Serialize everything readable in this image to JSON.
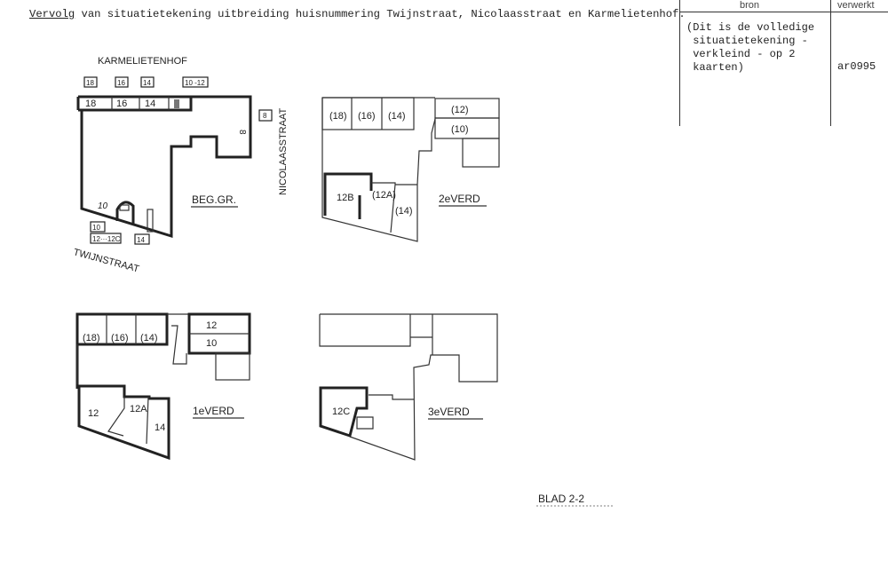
{
  "header": {
    "title_underlined": "Vervolg",
    "title_rest": " van situatietekening uitbreiding huisnummering Twijnstraat, Nicolaasstraat en Karmelietenhof."
  },
  "side_table": {
    "col_bron": "bron",
    "col_verwerkt": "verwerkt",
    "bron_text": "(Dit is de volledige\n situatietekening -\n verkleind - op 2\n kaarten)",
    "verwerkt_code": "ar0995"
  },
  "plans": {
    "ground": {
      "title": "BEG.GR.",
      "street_top": "KARMELIETENHOF",
      "street_right": "NICOLAASSTRAAT",
      "street_bottom": "TWIJNSTRAAT",
      "rooms": [
        "18",
        "16",
        "14"
      ],
      "number_tags": [
        "18",
        "16",
        "14",
        "10 -12",
        "8",
        "10",
        "12···12C",
        "14"
      ],
      "door_labels": [
        "8",
        "10"
      ]
    },
    "second": {
      "title": "2eVERD",
      "rooms": [
        "(18)",
        "(16)",
        "(14)",
        "(12)",
        "(10)",
        "12B",
        "(12A)",
        "(14)"
      ]
    },
    "first": {
      "title": "1eVERD",
      "rooms": [
        "(18)",
        "(16)",
        "(14)",
        "12",
        "10",
        "12",
        "12A",
        "14"
      ]
    },
    "third": {
      "title": "3eVERD",
      "rooms": [
        "12C"
      ]
    }
  },
  "footer": {
    "sheet": "BLAD  2-2"
  }
}
